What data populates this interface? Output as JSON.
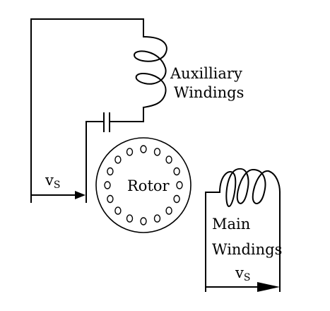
{
  "labels": {
    "auxiliary_line1": "Auxilliary",
    "auxiliary_line2": "Windings",
    "rotor": "Rotor",
    "main_line1": "Main",
    "main_line2": "Windings",
    "source_left_base": "v",
    "source_left_sub": "S",
    "source_right_base": "v",
    "source_right_sub": "S"
  },
  "rotor": {
    "hole_count": 16
  },
  "colors": {
    "line": "#000000",
    "background": "#ffffff"
  }
}
